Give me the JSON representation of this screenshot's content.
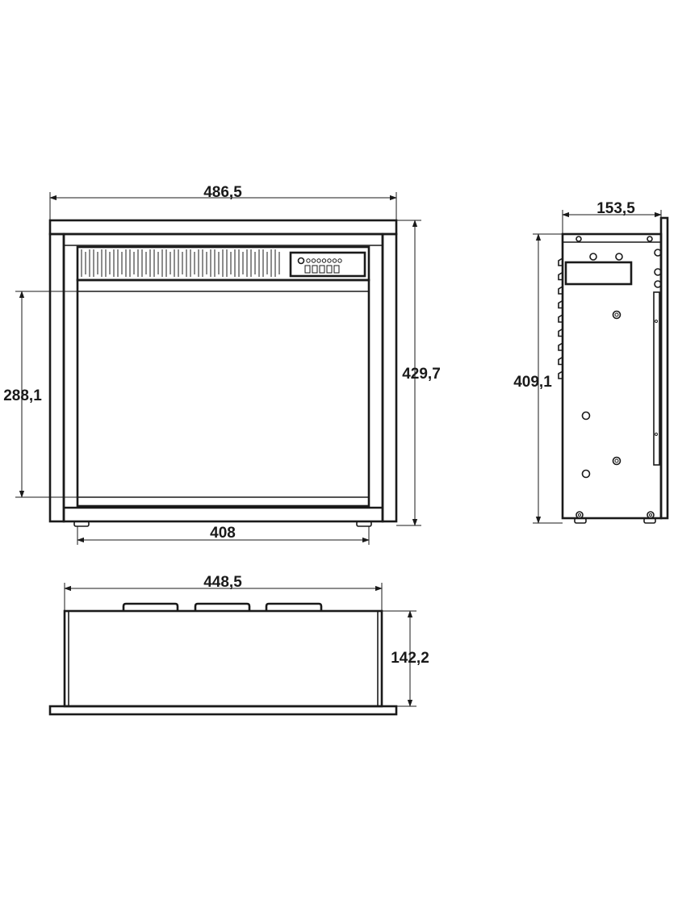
{
  "colors": {
    "line": "#1a1a1a",
    "background": "#ffffff"
  },
  "front_view": {
    "dim_total_width": "486,5",
    "dim_total_height": "429,7",
    "dim_opening_height": "288,1",
    "dim_opening_width": "408"
  },
  "side_view": {
    "dim_depth": "153,5",
    "dim_height": "409,1"
  },
  "top_view": {
    "dim_width": "448,5",
    "dim_depth": "142,2"
  }
}
